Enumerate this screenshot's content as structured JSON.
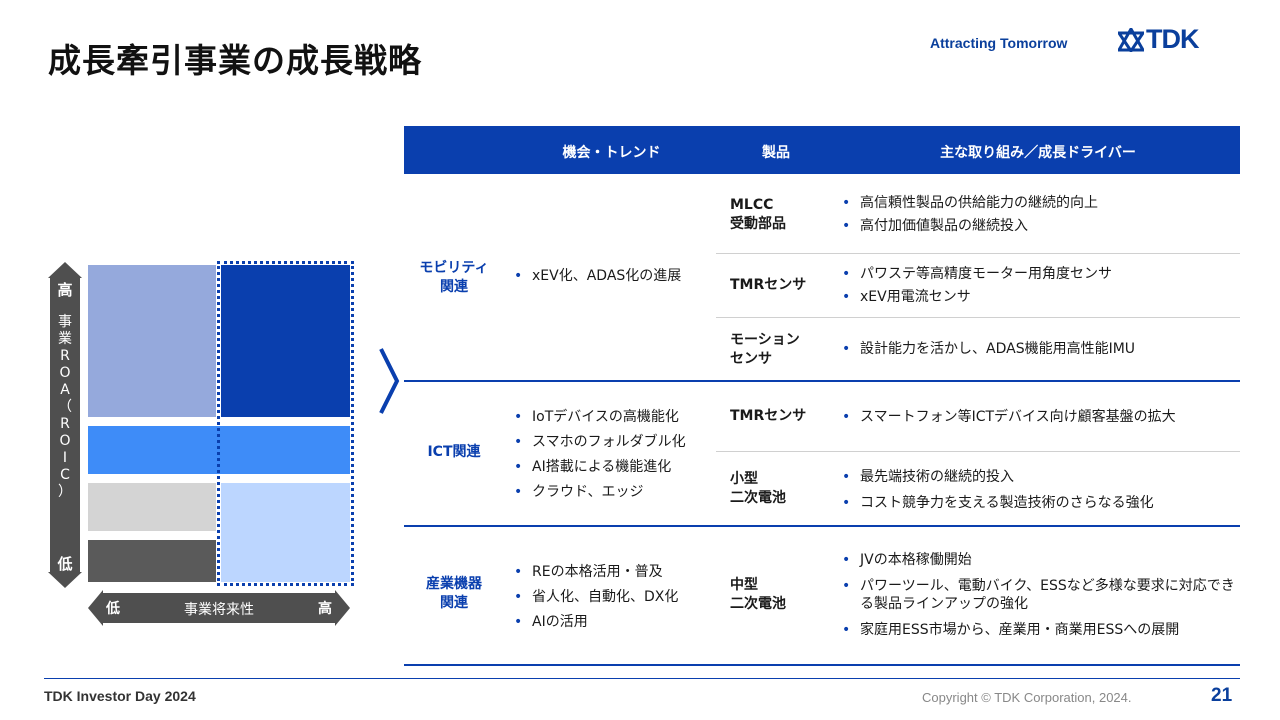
{
  "header": {
    "title": "成長牽引事業の成長戦略",
    "tagline": "Attracting Tomorrow",
    "logo_text": "TDK"
  },
  "matrix": {
    "y_axis": {
      "high": "高",
      "label_chars": [
        "事",
        "業",
        "R",
        "O",
        "A",
        "（",
        "R",
        "O",
        "I",
        "C",
        "）"
      ],
      "low": "低"
    },
    "x_axis": {
      "low": "低",
      "label": "事業将来性",
      "high": "高"
    },
    "colors": {
      "top_left": "#95a9dc",
      "top_right": "#0a3fae",
      "middle": "#3e8cf8",
      "gray": "#d4d4d4",
      "dark": "#5a5a5a",
      "light_blue": "#bcd6ff"
    }
  },
  "table": {
    "headers": {
      "trend": "機会・トレンド",
      "product": "製品",
      "driver": "主な取り組み／成長ドライバー"
    },
    "groups": [
      {
        "category": [
          "モビリティ",
          "関連"
        ],
        "trends": [
          "xEV化、ADAS化の進展"
        ],
        "rows": [
          {
            "product": [
              "MLCC",
              "受動部品"
            ],
            "drivers": [
              "高信頼性製品の供給能力の継続的向上",
              "高付加価値製品の継続投入"
            ]
          },
          {
            "product": [
              "TMRセンサ"
            ],
            "drivers": [
              "パワステ等高精度モーター用角度センサ",
              "xEV用電流センサ"
            ]
          },
          {
            "product": [
              "モーション",
              "センサ"
            ],
            "drivers": [
              "設計能力を活かし、ADAS機能用高性能IMU"
            ]
          }
        ]
      },
      {
        "category": [
          "ICT関連"
        ],
        "trends": [
          "IoTデバイスの高機能化",
          "スマホのフォルダブル化",
          "AI搭載による機能進化",
          "クラウド、エッジ"
        ],
        "rows": [
          {
            "product": [
              "TMRセンサ"
            ],
            "drivers": [
              "スマートフォン等ICTデバイス向け顧客基盤の拡大"
            ]
          },
          {
            "product": [
              "小型",
              "二次電池"
            ],
            "drivers": [
              "最先端技術の継続的投入",
              "コスト競争力を支える製造技術のさらなる強化"
            ]
          }
        ]
      },
      {
        "category": [
          "産業機器",
          "関連"
        ],
        "trends": [
          "REの本格活用・普及",
          "省人化、自動化、DX化",
          "AIの活用"
        ],
        "rows": [
          {
            "product": [
              "中型",
              "二次電池"
            ],
            "drivers": [
              "JVの本格稼働開始",
              "パワーツール、電動バイク、ESSなど多様な要求に対応できる製品ラインアップの強化",
              "家庭用ESS市場から、産業用・商業用ESSへの展開"
            ]
          }
        ]
      }
    ]
  },
  "footer": {
    "event": "TDK Investor Day 2024",
    "copyright": "Copyright © TDK Corporation, 2024.",
    "page_number": "21"
  }
}
